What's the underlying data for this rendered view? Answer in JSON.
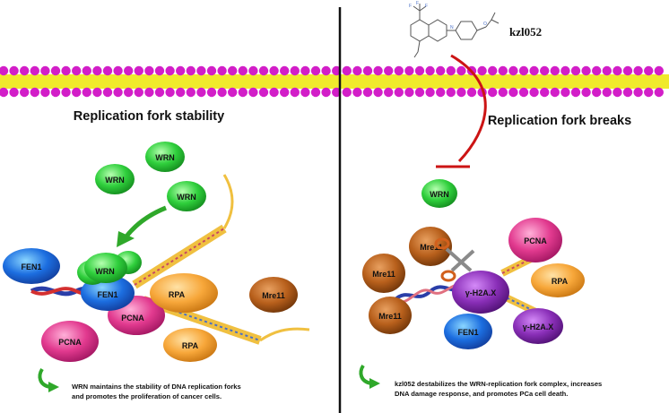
{
  "left_panel": {
    "title": "Replication fork stability",
    "caption_line1": "WRN maintains the stability of DNA replication forks",
    "caption_line2": "and promotes the proliferation of cancer cells.",
    "proteins": {
      "wrn_a": "WRN",
      "wrn_b": "WRN",
      "wrn_c": "WRN",
      "wrn_bound": "WRN",
      "fen1_free": "FEN1",
      "fen1_bound": "FEN1",
      "rpa_bound": "RPA",
      "rpa_lower": "RPA",
      "pcna_bound": "PCNA",
      "pcna_free": "PCNA",
      "mre11": "Mre11"
    }
  },
  "right_panel": {
    "title": "Replication fork breaks",
    "compound": "kzl052",
    "caption_line1": "kzl052 destabilizes the WRN-replication fork complex, increases",
    "caption_line2": "DNA damage response, and promotes PCa cell death.",
    "proteins": {
      "wrn": "WRN",
      "mre11_a": "Mre11",
      "mre11_b": "Mre11",
      "mre11_c": "Mre11",
      "pcna": "PCNA",
      "rpa": "RPA",
      "h2ax_a": "γ-H2A.X",
      "h2ax_b": "γ-H2A.X",
      "fen1": "FEN1"
    }
  },
  "colors": {
    "membrane_head": "#d21ec8",
    "membrane_tail": "#f0ea2c",
    "wrn": "#2fcf3c",
    "fen1": "#1c6ee0",
    "pcna": "#e23a8f",
    "rpa": "#f7a73a",
    "mre11": "#b8601c",
    "h2ax": "#8a2fb8",
    "inhibition_line": "#cc1414",
    "arrow": "#2fa82a"
  }
}
